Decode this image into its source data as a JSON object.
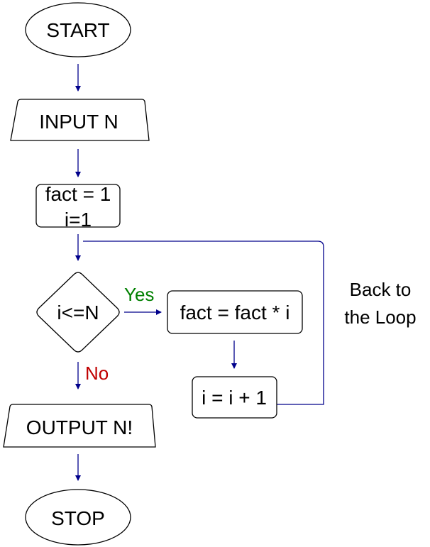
{
  "nodes": {
    "start": "START",
    "input": "INPUT N",
    "init_line1": "fact = 1",
    "init_line2": "i=1",
    "decision": "i<=N",
    "fact_update": "fact = fact * i",
    "increment": "i = i + 1",
    "output": "OUTPUT N!",
    "stop": "STOP"
  },
  "labels": {
    "yes": "Yes",
    "no": "No",
    "loop_line1": "Back to",
    "loop_line2": "the Loop"
  },
  "colors": {
    "arrow": "#00008b",
    "yes": "#008000",
    "no": "#c00000"
  }
}
